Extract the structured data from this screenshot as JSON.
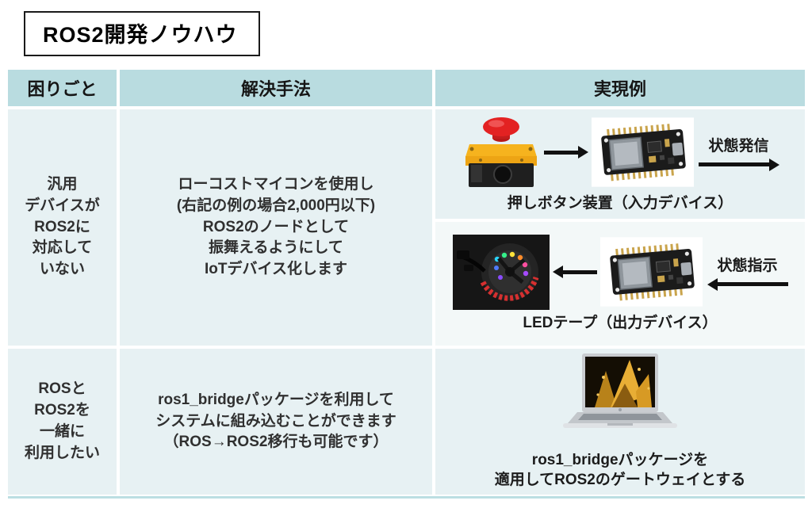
{
  "title": "ROS2開発ノウハウ",
  "table": {
    "headers": {
      "problem": "困りごと",
      "solution": "解決手法",
      "example": "実現例"
    },
    "rows": [
      {
        "problem_lines": [
          "汎用",
          "デバイスが",
          "ROS2に",
          "対応して",
          "いない"
        ],
        "solution_lines": [
          "ローコストマイコンを使用し",
          "(右記の例の場合2,000円以下)",
          "ROS2のノードとして",
          "振舞えるようにして",
          "IoTデバイス化します"
        ],
        "examples": [
          {
            "images": [
              "push-button-photo",
              "esp32-board-photo"
            ],
            "arrow_label": "状態発信",
            "caption": "押しボタン装置（入力デバイス）"
          },
          {
            "images": [
              "led-tape-photo",
              "esp32-board-photo"
            ],
            "arrow_label": "状態指示",
            "caption": "LEDテープ（出力デバイス）"
          }
        ]
      },
      {
        "problem_lines": [
          "ROSと",
          "ROS2を",
          "一緒に",
          "利用したい"
        ],
        "solution_lines": [
          "ros1_bridgeパッケージを利用して",
          "システムに組み込むことができます",
          "（ROS→ROS2移行も可能です）"
        ],
        "examples": [
          {
            "images": [
              "laptop-photo"
            ],
            "caption_lines": [
              "ros1_bridgeパッケージを",
              "適用してROS2のゲートウェイとする"
            ]
          }
        ]
      }
    ]
  },
  "colors": {
    "header_bg": "#b9dce0",
    "cell_bg": "#e7f1f3",
    "cell_bg_alt": "#f3f8f8",
    "arrow": "#111111",
    "title_border": "#1a1a1a",
    "text": "#262626"
  }
}
